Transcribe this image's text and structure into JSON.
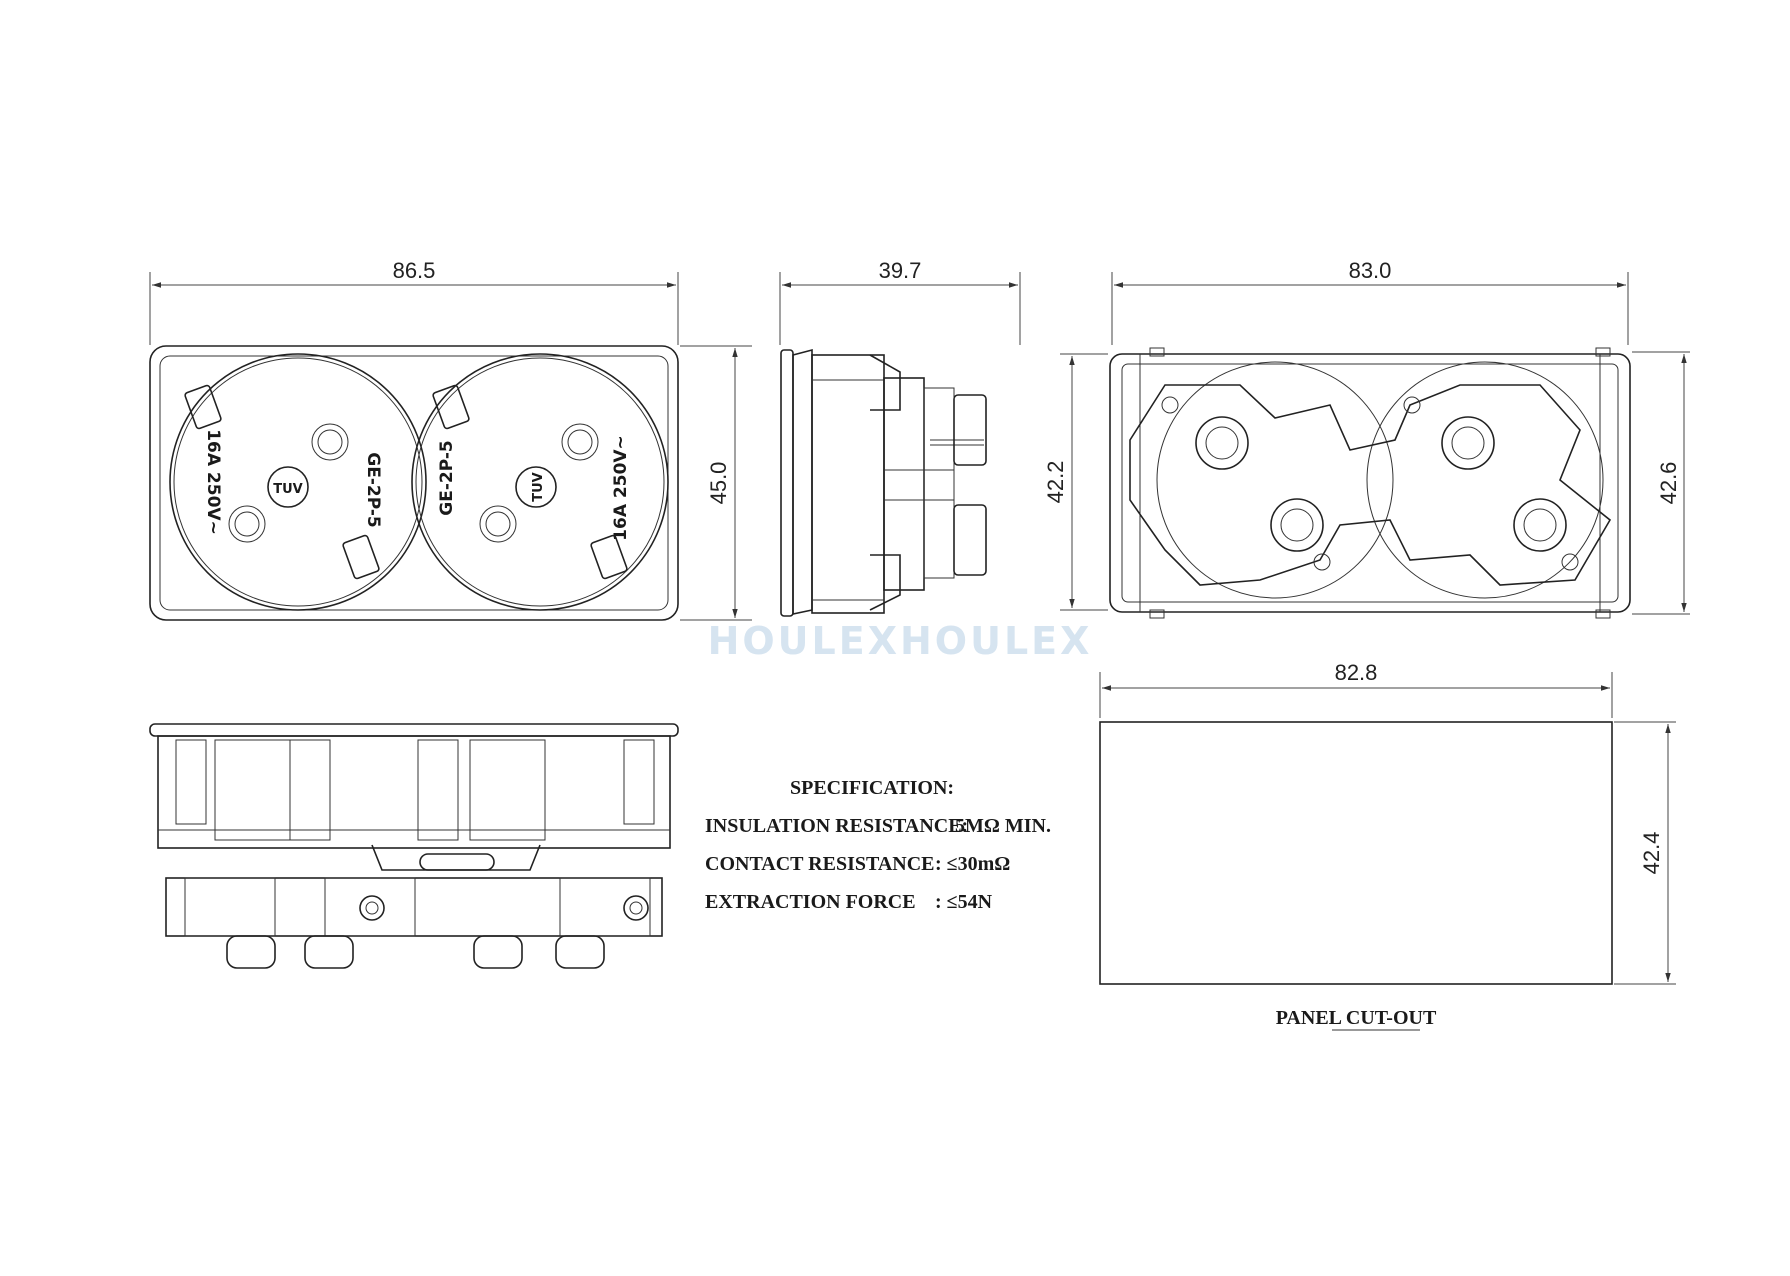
{
  "dimensions": {
    "front_width": "86.5",
    "front_height": "45.0",
    "side_depth": "39.7",
    "rear_width": "83.0",
    "rear_height_left": "42.2",
    "rear_height_right": "42.6",
    "cutout_width": "82.8",
    "cutout_height": "42.4"
  },
  "socket_labels": {
    "left_rating": "16A 250V~",
    "left_model": "GE-2P-5",
    "right_model": "GE-2P-5",
    "right_rating": "16A 250V~",
    "cert": "TUV"
  },
  "specification": {
    "title": "SPECIFICATION:",
    "rows": [
      {
        "label": "INSULATION RESISTANCE:",
        "value": "5MΩ   MIN."
      },
      {
        "label": "CONTACT RESISTANCE",
        "value": ":  ≤30mΩ"
      },
      {
        "label": "EXTRACTION FORCE",
        "value": ":  ≤54N"
      }
    ]
  },
  "cutout_label": "PANEL CUT-OUT",
  "watermark": "HOULEXHOULEX"
}
